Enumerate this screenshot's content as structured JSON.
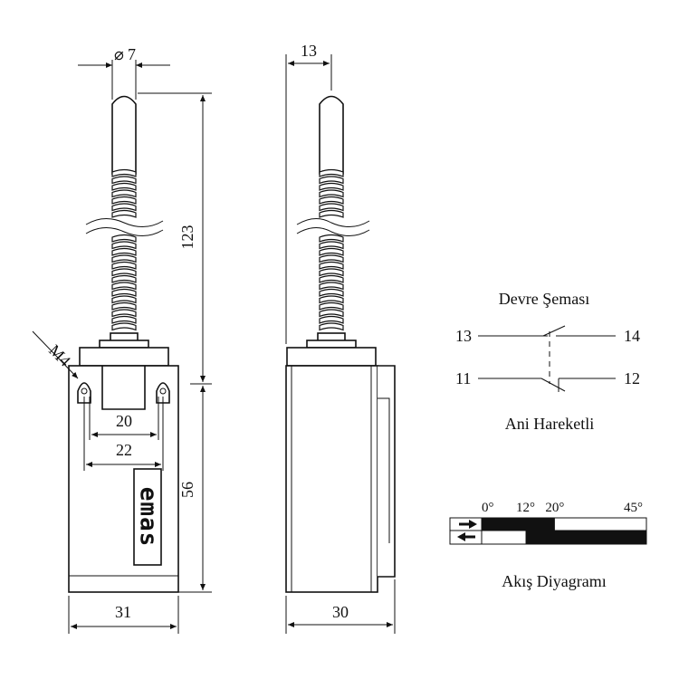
{
  "dimensions": {
    "rod_diameter": "7",
    "diameter_symbol": "⌀",
    "rod_offset_side": "13",
    "rod_length": "123",
    "thread": "M4",
    "hole_spacing_inner": "20",
    "hole_spacing_outer": "22",
    "body_height": "56",
    "body_width_front": "31",
    "body_width_side": "30"
  },
  "logo_text": "emas",
  "circuit": {
    "title": "Devre Şeması",
    "contact_no_left": "13",
    "contact_no_right": "14",
    "contact_nc_left": "11",
    "contact_nc_right": "12",
    "caption": "Ani Hareketli"
  },
  "flow": {
    "ticks": [
      "0°",
      "12°",
      "20°",
      "45°"
    ],
    "caption": "Akış Diyagramı",
    "tick_values": [
      0,
      12,
      20,
      45
    ],
    "row1_black": [
      0,
      20
    ],
    "row2_black": [
      12,
      45
    ]
  }
}
